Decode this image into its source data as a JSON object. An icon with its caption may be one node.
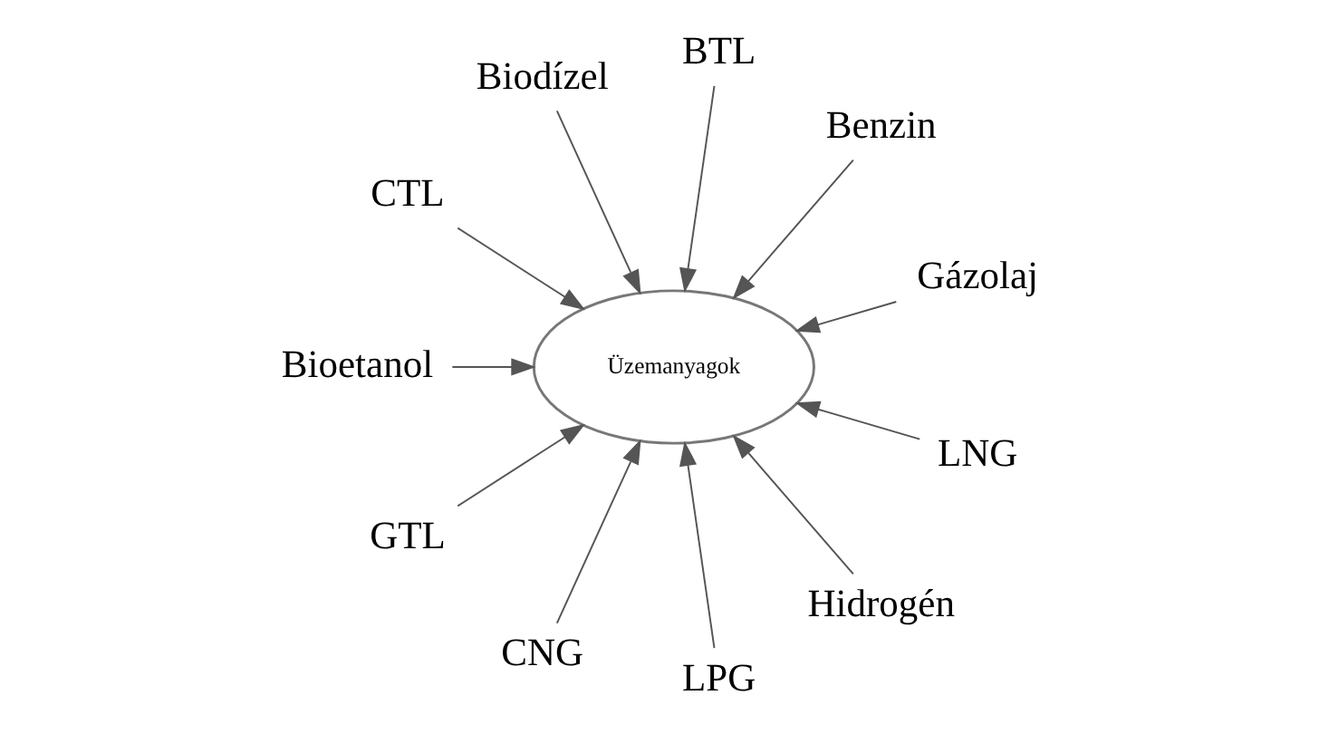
{
  "diagram": {
    "nodes": [
      {
        "text": [
          "Üzemanyagok"
        ]
      },
      {
        "text": [
          "Gázolaj"
        ]
      },
      {
        "text": [
          "Benzin"
        ]
      },
      {
        "text": [
          "BTL"
        ]
      },
      {
        "text": [
          "Biodízel"
        ]
      },
      {
        "text": [
          "CTL"
        ]
      },
      {
        "text": [
          "Bioetanol"
        ]
      },
      {
        "text": [
          "GTL"
        ]
      },
      {
        "text": [
          "CNG"
        ]
      },
      {
        "text": [
          "LPG"
        ]
      },
      {
        "text": [
          "Hidrogén"
        ]
      },
      {
        "text": [
          "LNG"
        ]
      }
    ],
    "edges": [
      {
        "from": 1,
        "to": 0,
        "arrow": "to"
      },
      {
        "from": 2,
        "to": 0,
        "arrow": "to"
      },
      {
        "from": 3,
        "to": 0,
        "arrow": "to"
      },
      {
        "from": 4,
        "to": 0,
        "arrow": "to"
      },
      {
        "from": 5,
        "to": 0,
        "arrow": "to"
      },
      {
        "from": 6,
        "to": 0,
        "arrow": "to"
      },
      {
        "from": 7,
        "to": 0,
        "arrow": "to"
      },
      {
        "from": 8,
        "to": 0,
        "arrow": "to"
      },
      {
        "from": 9,
        "to": 0,
        "arrow": "to"
      },
      {
        "from": 10,
        "to": 0,
        "arrow": "to"
      },
      {
        "from": 11,
        "to": 0,
        "arrow": "to"
      }
    ]
  }
}
